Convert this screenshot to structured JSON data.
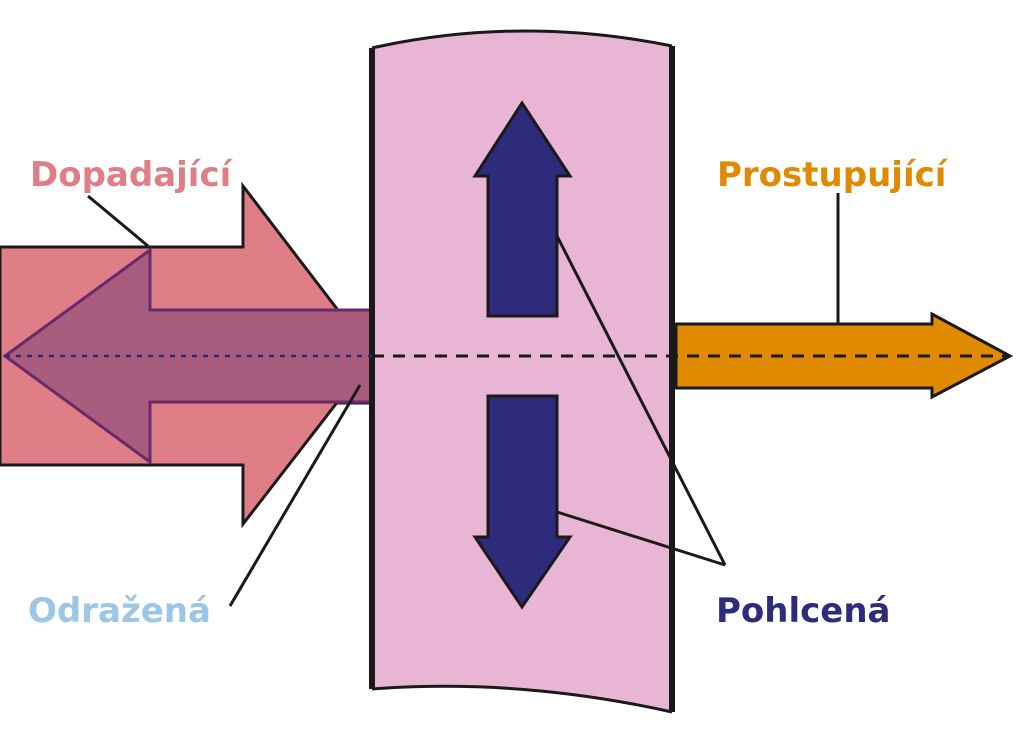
{
  "labels": {
    "incident": "Dopadající",
    "transmitted": "Prostupující",
    "reflected": "Odražená",
    "absorbed": "Pohlcená"
  },
  "colors": {
    "incident": "#e07e88",
    "reflected_fill": "#a85c7e",
    "reflected_band": "#a8cce8",
    "reflected_label": "#9cc6e6",
    "material": "#e8b6d4",
    "absorbed": "#2e2a7c",
    "transmitted": "#df8a00",
    "outline": "#1a1a1a"
  }
}
